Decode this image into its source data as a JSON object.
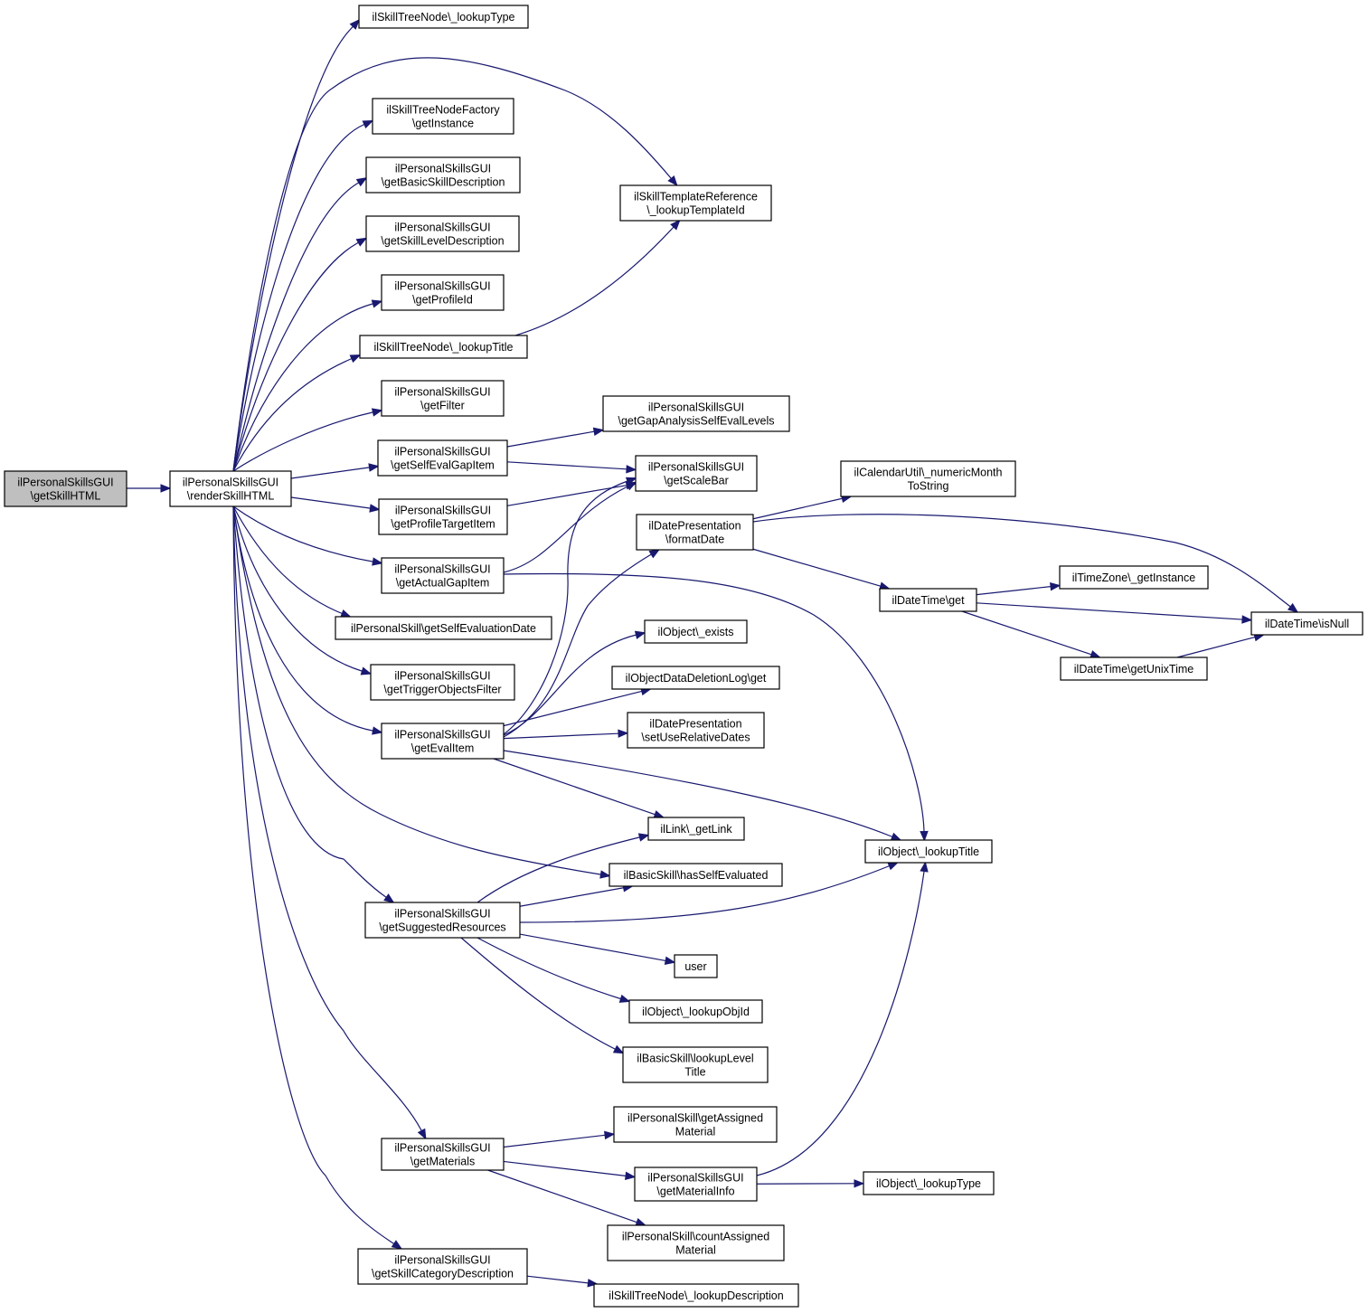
{
  "diagram": {
    "colors": {
      "edge": "#191970",
      "root_fill": "#bfbfbf",
      "node_fill": "#ffffff",
      "border": "#000000"
    },
    "nodes": [
      {
        "id": "root",
        "lines": [
          "ilPersonalSkillsGUI",
          "\\getSkillHTML"
        ],
        "root": true
      },
      {
        "id": "render",
        "lines": [
          "ilPersonalSkillsGUI",
          "\\renderSkillHTML"
        ]
      },
      {
        "id": "lookupType1",
        "lines": [
          "ilSkillTreeNode\\_lookupType"
        ]
      },
      {
        "id": "factory",
        "lines": [
          "ilSkillTreeNodeFactory",
          "\\getInstance"
        ]
      },
      {
        "id": "basicDesc",
        "lines": [
          "ilPersonalSkillsGUI",
          "\\getBasicSkillDescription"
        ]
      },
      {
        "id": "levelDesc",
        "lines": [
          "ilPersonalSkillsGUI",
          "\\getSkillLevelDescription"
        ]
      },
      {
        "id": "profileId",
        "lines": [
          "ilPersonalSkillsGUI",
          "\\getProfileId"
        ]
      },
      {
        "id": "lookupTitle1",
        "lines": [
          "ilSkillTreeNode\\_lookupTitle"
        ]
      },
      {
        "id": "filter",
        "lines": [
          "ilPersonalSkillsGUI",
          "\\getFilter"
        ]
      },
      {
        "id": "selfGap",
        "lines": [
          "ilPersonalSkillsGUI",
          "\\getSelfEvalGapItem"
        ]
      },
      {
        "id": "profTarget",
        "lines": [
          "ilPersonalSkillsGUI",
          "\\getProfileTargetItem"
        ]
      },
      {
        "id": "actualGap",
        "lines": [
          "ilPersonalSkillsGUI",
          "\\getActualGapItem"
        ]
      },
      {
        "id": "selfEvalDate",
        "lines": [
          "ilPersonalSkill\\getSelfEvaluationDate"
        ]
      },
      {
        "id": "trigger",
        "lines": [
          "ilPersonalSkillsGUI",
          "\\getTriggerObjectsFilter"
        ]
      },
      {
        "id": "evalItem",
        "lines": [
          "ilPersonalSkillsGUI",
          "\\getEvalItem"
        ]
      },
      {
        "id": "suggested",
        "lines": [
          "ilPersonalSkillsGUI",
          "\\getSuggestedResources"
        ]
      },
      {
        "id": "materials",
        "lines": [
          "ilPersonalSkillsGUI",
          "\\getMaterials"
        ]
      },
      {
        "id": "catDesc",
        "lines": [
          "ilPersonalSkillsGUI",
          "\\getSkillCategoryDescription"
        ]
      },
      {
        "id": "templRef",
        "lines": [
          "ilSkillTemplateReference",
          "\\_lookupTemplateId"
        ]
      },
      {
        "id": "gapLevels",
        "lines": [
          "ilPersonalSkillsGUI",
          "\\getGapAnalysisSelfEvalLevels"
        ]
      },
      {
        "id": "scaleBar",
        "lines": [
          "ilPersonalSkillsGUI",
          "\\getScaleBar"
        ]
      },
      {
        "id": "formatDate",
        "lines": [
          "ilDatePresentation",
          "\\formatDate"
        ]
      },
      {
        "id": "exists",
        "lines": [
          "ilObject\\_exists"
        ]
      },
      {
        "id": "deletionLog",
        "lines": [
          "ilObjectDataDeletionLog\\get"
        ]
      },
      {
        "id": "relDates",
        "lines": [
          "ilDatePresentation",
          "\\setUseRelativeDates"
        ]
      },
      {
        "id": "getLink",
        "lines": [
          "ilLink\\_getLink"
        ]
      },
      {
        "id": "hasSelf",
        "lines": [
          "ilBasicSkill\\hasSelfEvaluated"
        ]
      },
      {
        "id": "user",
        "lines": [
          "user"
        ]
      },
      {
        "id": "lookupObjId",
        "lines": [
          "ilObject\\_lookupObjId"
        ]
      },
      {
        "id": "levelTitle",
        "lines": [
          "ilBasicSkill\\lookupLevel",
          "Title"
        ]
      },
      {
        "id": "assigned",
        "lines": [
          "ilPersonalSkill\\getAssigned",
          "Material"
        ]
      },
      {
        "id": "matInfo",
        "lines": [
          "ilPersonalSkillsGUI",
          "\\getMaterialInfo"
        ]
      },
      {
        "id": "countAssigned",
        "lines": [
          "ilPersonalSkill\\countAssigned",
          "Material"
        ]
      },
      {
        "id": "lookupDesc",
        "lines": [
          "ilSkillTreeNode\\_lookupDescription"
        ]
      },
      {
        "id": "calMonth",
        "lines": [
          "ilCalendarUtil\\_numericMonth",
          "ToString"
        ]
      },
      {
        "id": "dtGet",
        "lines": [
          "ilDateTime\\get"
        ]
      },
      {
        "id": "objTitle",
        "lines": [
          "ilObject\\_lookupTitle"
        ]
      },
      {
        "id": "objType",
        "lines": [
          "ilObject\\_lookupType"
        ]
      },
      {
        "id": "tzInst",
        "lines": [
          "ilTimeZone\\_getInstance"
        ]
      },
      {
        "id": "isNull",
        "lines": [
          "ilDateTime\\isNull"
        ]
      },
      {
        "id": "unixTime",
        "lines": [
          "ilDateTime\\getUnixTime"
        ]
      }
    ],
    "edges": [
      [
        "root",
        "render"
      ],
      [
        "render",
        "lookupType1"
      ],
      [
        "render",
        "templRef"
      ],
      [
        "render",
        "factory"
      ],
      [
        "render",
        "basicDesc"
      ],
      [
        "render",
        "levelDesc"
      ],
      [
        "render",
        "profileId"
      ],
      [
        "render",
        "lookupTitle1"
      ],
      [
        "render",
        "filter"
      ],
      [
        "render",
        "selfGap"
      ],
      [
        "render",
        "profTarget"
      ],
      [
        "render",
        "actualGap"
      ],
      [
        "render",
        "selfEvalDate"
      ],
      [
        "render",
        "trigger"
      ],
      [
        "render",
        "evalItem"
      ],
      [
        "render",
        "hasSelf"
      ],
      [
        "render",
        "suggested"
      ],
      [
        "render",
        "materials"
      ],
      [
        "render",
        "catDesc"
      ],
      [
        "lookupTitle1",
        "templRef"
      ],
      [
        "selfGap",
        "gapLevels"
      ],
      [
        "selfGap",
        "scaleBar"
      ],
      [
        "profTarget",
        "scaleBar"
      ],
      [
        "actualGap",
        "scaleBar"
      ],
      [
        "actualGap",
        "objTitle"
      ],
      [
        "evalItem",
        "scaleBar"
      ],
      [
        "evalItem",
        "formatDate"
      ],
      [
        "evalItem",
        "exists"
      ],
      [
        "evalItem",
        "deletionLog"
      ],
      [
        "evalItem",
        "relDates"
      ],
      [
        "evalItem",
        "getLink"
      ],
      [
        "evalItem",
        "objTitle"
      ],
      [
        "suggested",
        "getLink"
      ],
      [
        "suggested",
        "hasSelf"
      ],
      [
        "suggested",
        "objTitle"
      ],
      [
        "suggested",
        "user"
      ],
      [
        "suggested",
        "lookupObjId"
      ],
      [
        "suggested",
        "levelTitle"
      ],
      [
        "materials",
        "assigned"
      ],
      [
        "materials",
        "matInfo"
      ],
      [
        "materials",
        "countAssigned"
      ],
      [
        "matInfo",
        "objTitle"
      ],
      [
        "matInfo",
        "objType"
      ],
      [
        "catDesc",
        "lookupDesc"
      ],
      [
        "formatDate",
        "calMonth"
      ],
      [
        "formatDate",
        "isNull"
      ],
      [
        "formatDate",
        "dtGet"
      ],
      [
        "dtGet",
        "tzInst"
      ],
      [
        "dtGet",
        "isNull"
      ],
      [
        "dtGet",
        "unixTime"
      ],
      [
        "unixTime",
        "isNull"
      ]
    ]
  }
}
